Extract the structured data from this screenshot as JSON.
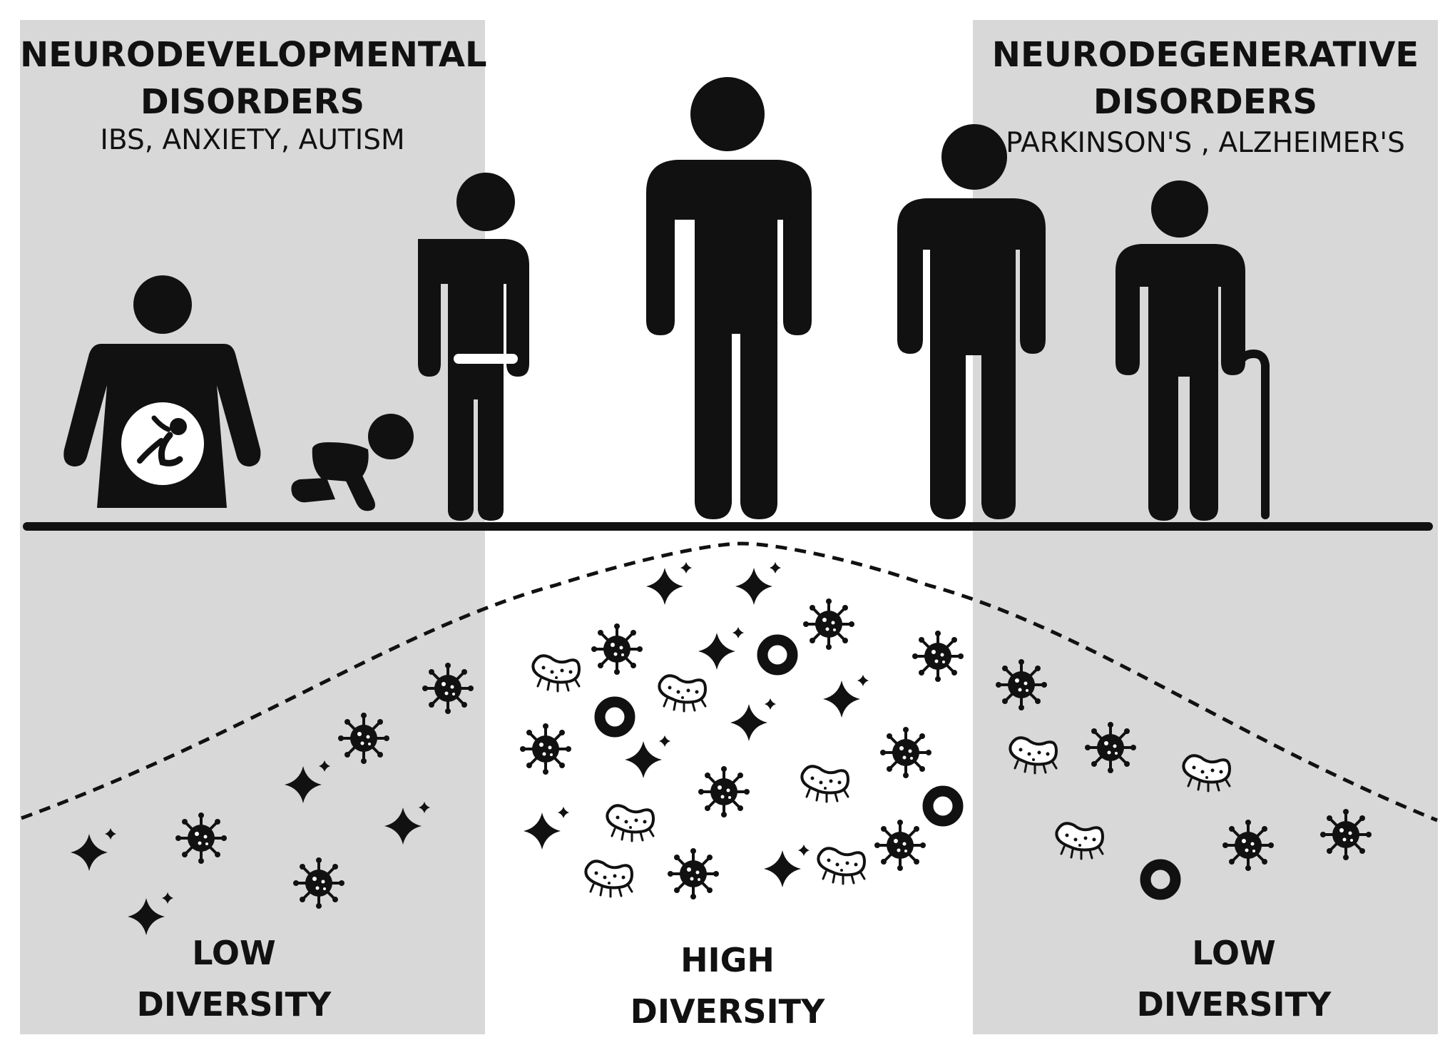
{
  "colors": {
    "panel": "#d8d8d8",
    "ink": "#111111",
    "background": "#ffffff"
  },
  "left": {
    "title_line1": "NEURODEVELOPMENTAL",
    "title_line2": "DISORDERS",
    "examples": "IBS, ANXIETY, AUTISM",
    "diversity_line1": "LOW",
    "diversity_line2": "DIVERSITY"
  },
  "middle": {
    "diversity_line1": "HIGH",
    "diversity_line2": "DIVERSITY"
  },
  "right": {
    "title_line1": "NEURODEGENERATIVE",
    "title_line2": "DISORDERS",
    "examples": "PARKINSON'S , ALZHEIMER'S",
    "diversity_line1": "LOW",
    "diversity_line2": "DIVERSITY"
  },
  "figures": [
    "pregnant-woman-icon",
    "crawling-baby-icon",
    "child-icon",
    "adult-icon",
    "middle-aged-adult-icon",
    "elderly-with-cane-icon"
  ],
  "microbes": [
    "sparkle-icon",
    "virus-icon",
    "bacterium-icon",
    "ring-icon"
  ]
}
